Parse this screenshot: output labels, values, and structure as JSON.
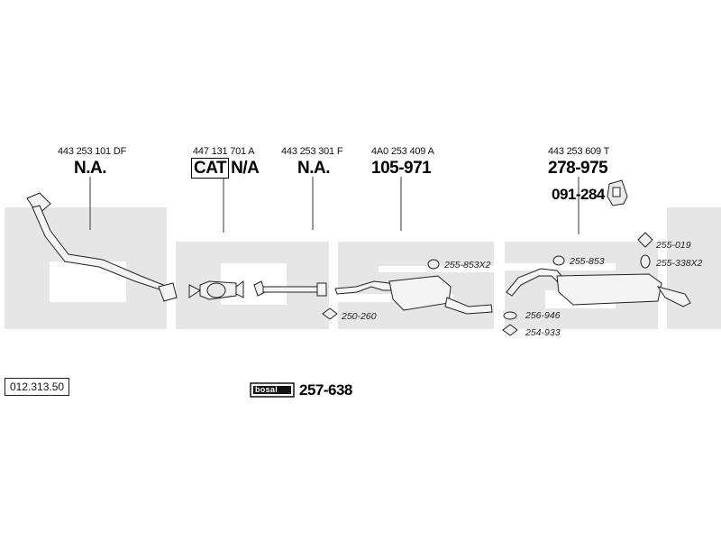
{
  "reference_number": "012.313.50",
  "kit": {
    "logo_text": "bosal",
    "part_number": "257-638"
  },
  "sections": [
    {
      "oe": "443 253 101 DF",
      "part": "N.A."
    },
    {
      "oe": "447 131 701 A",
      "cat": "CAT",
      "part": "N/A"
    },
    {
      "oe": "443 253 301 F",
      "part": "N.A."
    },
    {
      "oe": "4A0 253 409 A",
      "part": "105-971"
    },
    {
      "oe": "443 253 609 T",
      "part": "278-975",
      "bracket": "091-284"
    }
  ],
  "accessories": [
    "255-853X2",
    "250-260",
    "255-853",
    "256-946",
    "254-933",
    "255-019",
    "255-338X2"
  ],
  "colors": {
    "watermark": "#e6e6e6",
    "ink": "#111111",
    "parts_fill": "#f2f2f2"
  }
}
